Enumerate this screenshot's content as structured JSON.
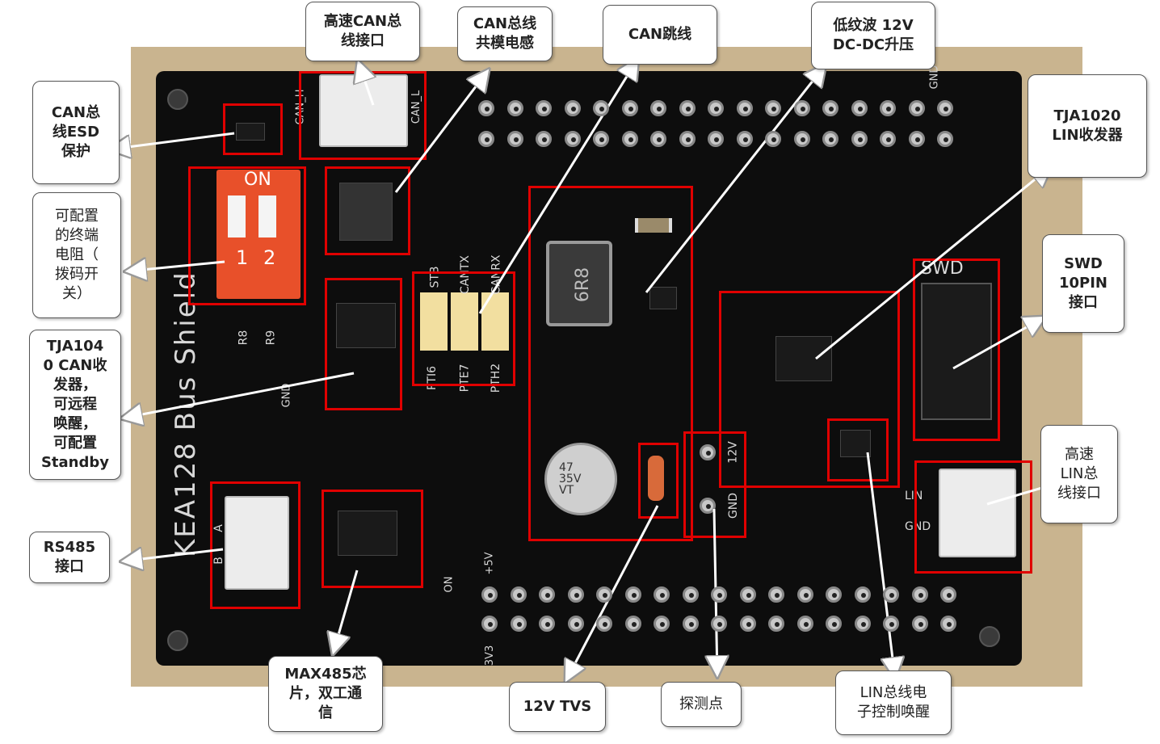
{
  "callouts": {
    "can_esd": "CAN总\n线ESD\n保护",
    "terminator": "可配置\n的终端\n电阻（\n拨码开\n关）",
    "tja1040": "TJA104\n0 CAN收\n发器，\n可远程\n唤醒，\n可配置\nStandby",
    "rs485": "RS485\n接口",
    "max485": "MAX485芯\n片，双工通\n信",
    "can_hs_port": "高速CAN总\n线接口",
    "can_choke": "CAN总线\n共模电感",
    "can_jumper": "CAN跳线",
    "dcdc": "低纹波 12V\nDC-DC升压",
    "tja1020": "TJA1020\nLIN收发器",
    "swd": "SWD\n10PIN\n接口",
    "lin_port": "高速\nLIN总\n线接口",
    "tvs": "12V TVS",
    "probe": "探测点",
    "lin_wake": "LIN总线电\n子控制唤醒"
  },
  "silkscreen": {
    "board_name": "KEA128 Bus Shield",
    "can_h": "CAN_H",
    "can_l": "CAN_L",
    "on": "ON",
    "dip_1": "1",
    "dip_2": "2",
    "r8": "R8",
    "r9": "R9",
    "stb": "STB",
    "cantx": "CANTX",
    "canrx": "CANRX",
    "pti6": "PTI6",
    "pte7": "PTE7",
    "pth2": "PTH2",
    "gnd_left": "GND",
    "gnd_top": "GND",
    "v12": "12V",
    "gnd_probe": "GND",
    "swd": "SWD",
    "lin": "LIN",
    "gnd_lin": "GND",
    "a": "A",
    "b": "B",
    "plus5v": "+5V",
    "v3v3": "3V3",
    "on_bottom": "ON",
    "inductor": "6R8",
    "cap": "47\n35V\nVT"
  },
  "colors": {
    "highlight": "#e00000",
    "board": "#0d0d0d",
    "background": "#c9b48f",
    "dip_switch": "#e8502a",
    "jumper": "#f2dfa0"
  }
}
